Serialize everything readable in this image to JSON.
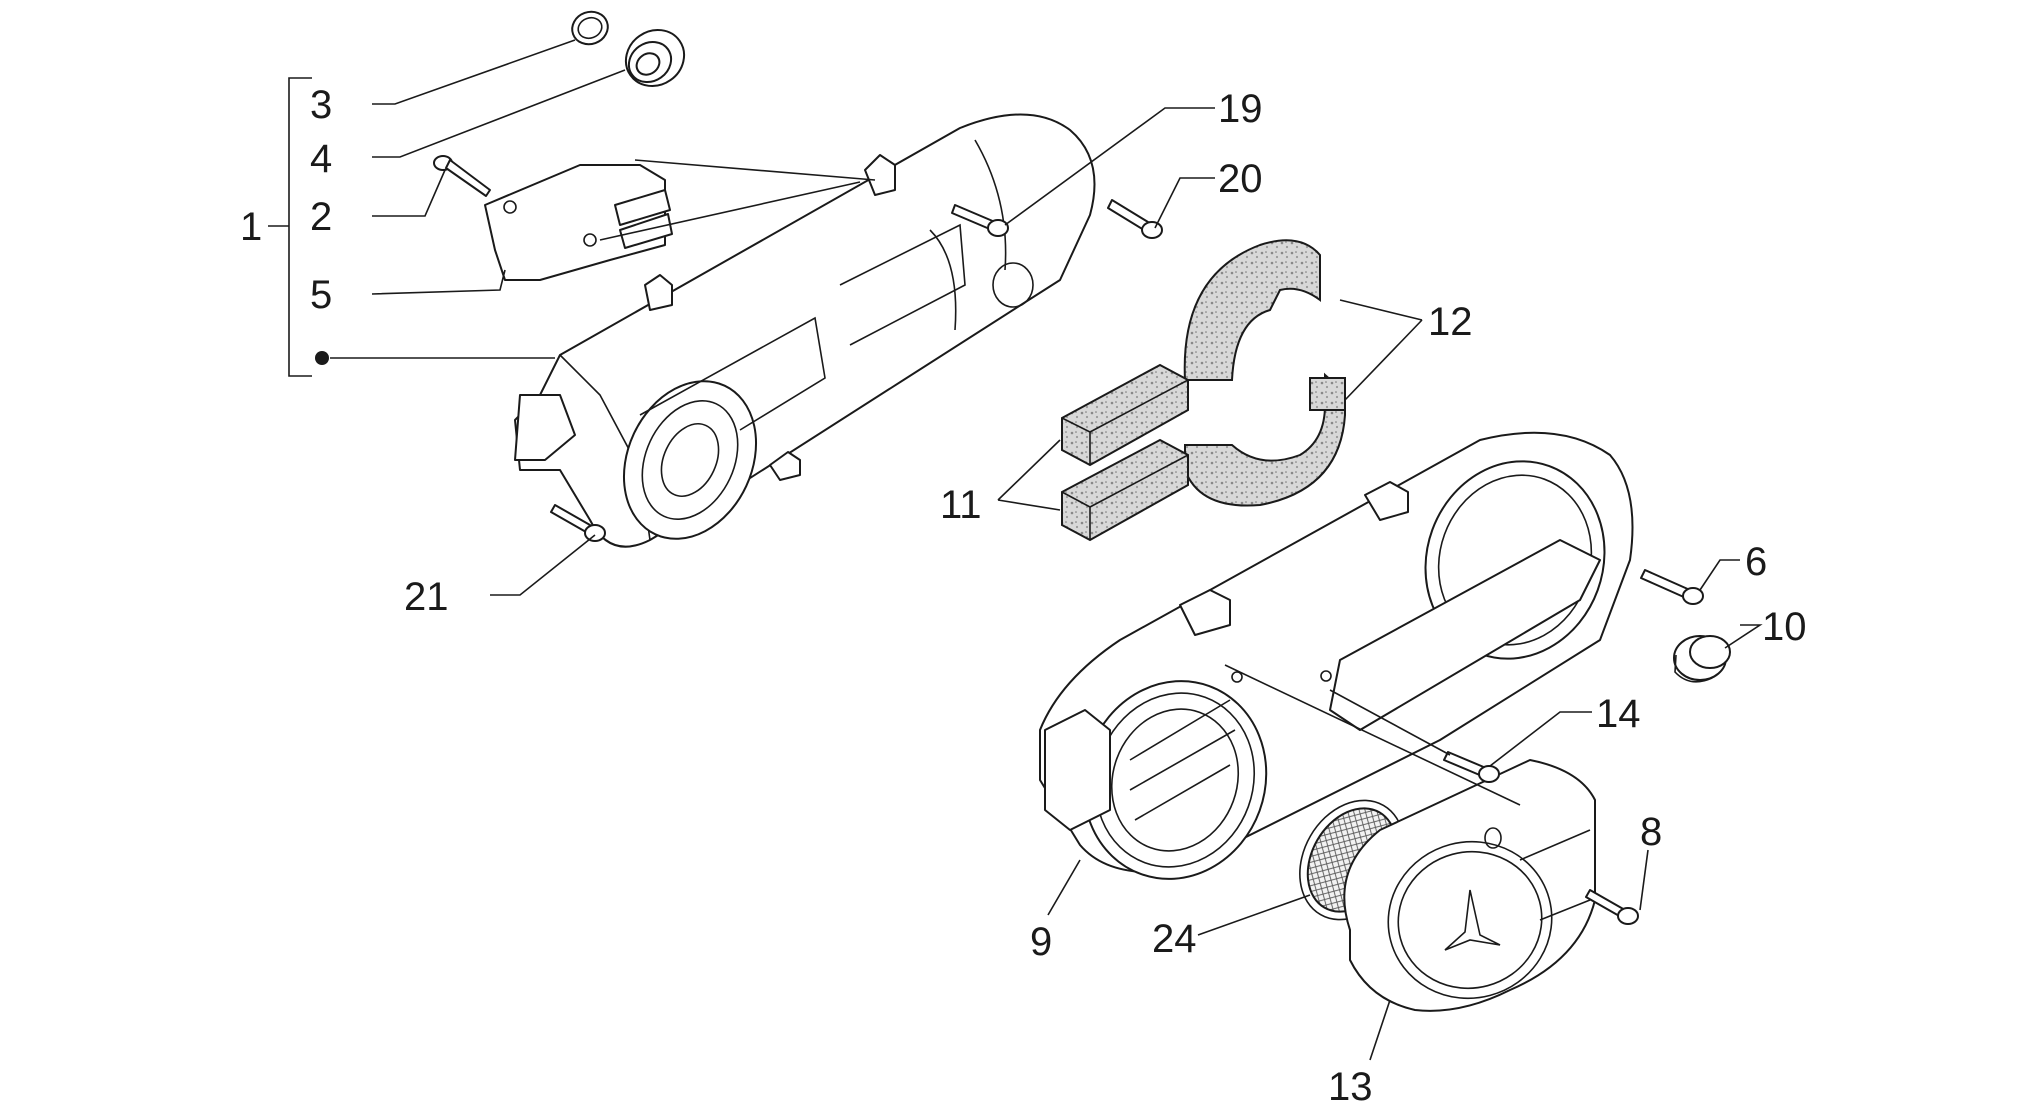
{
  "callouts": [
    {
      "id": "c1",
      "text": "1"
    },
    {
      "id": "c2",
      "text": "2"
    },
    {
      "id": "c3",
      "text": "3"
    },
    {
      "id": "c4",
      "text": "4"
    },
    {
      "id": "c5",
      "text": "5"
    },
    {
      "id": "c6",
      "text": "6"
    },
    {
      "id": "c8",
      "text": "8"
    },
    {
      "id": "c9",
      "text": "9"
    },
    {
      "id": "c10",
      "text": "10"
    },
    {
      "id": "c11",
      "text": "11"
    },
    {
      "id": "c12",
      "text": "12"
    },
    {
      "id": "c13",
      "text": "13"
    },
    {
      "id": "c14",
      "text": "14"
    },
    {
      "id": "c19",
      "text": "19"
    },
    {
      "id": "c20",
      "text": "20"
    },
    {
      "id": "c21",
      "text": "21"
    },
    {
      "id": "c24",
      "text": "24"
    }
  ],
  "colors": {
    "ink": "#1a1a1a",
    "foam": "#dcdcdc",
    "background": "#ffffff"
  }
}
